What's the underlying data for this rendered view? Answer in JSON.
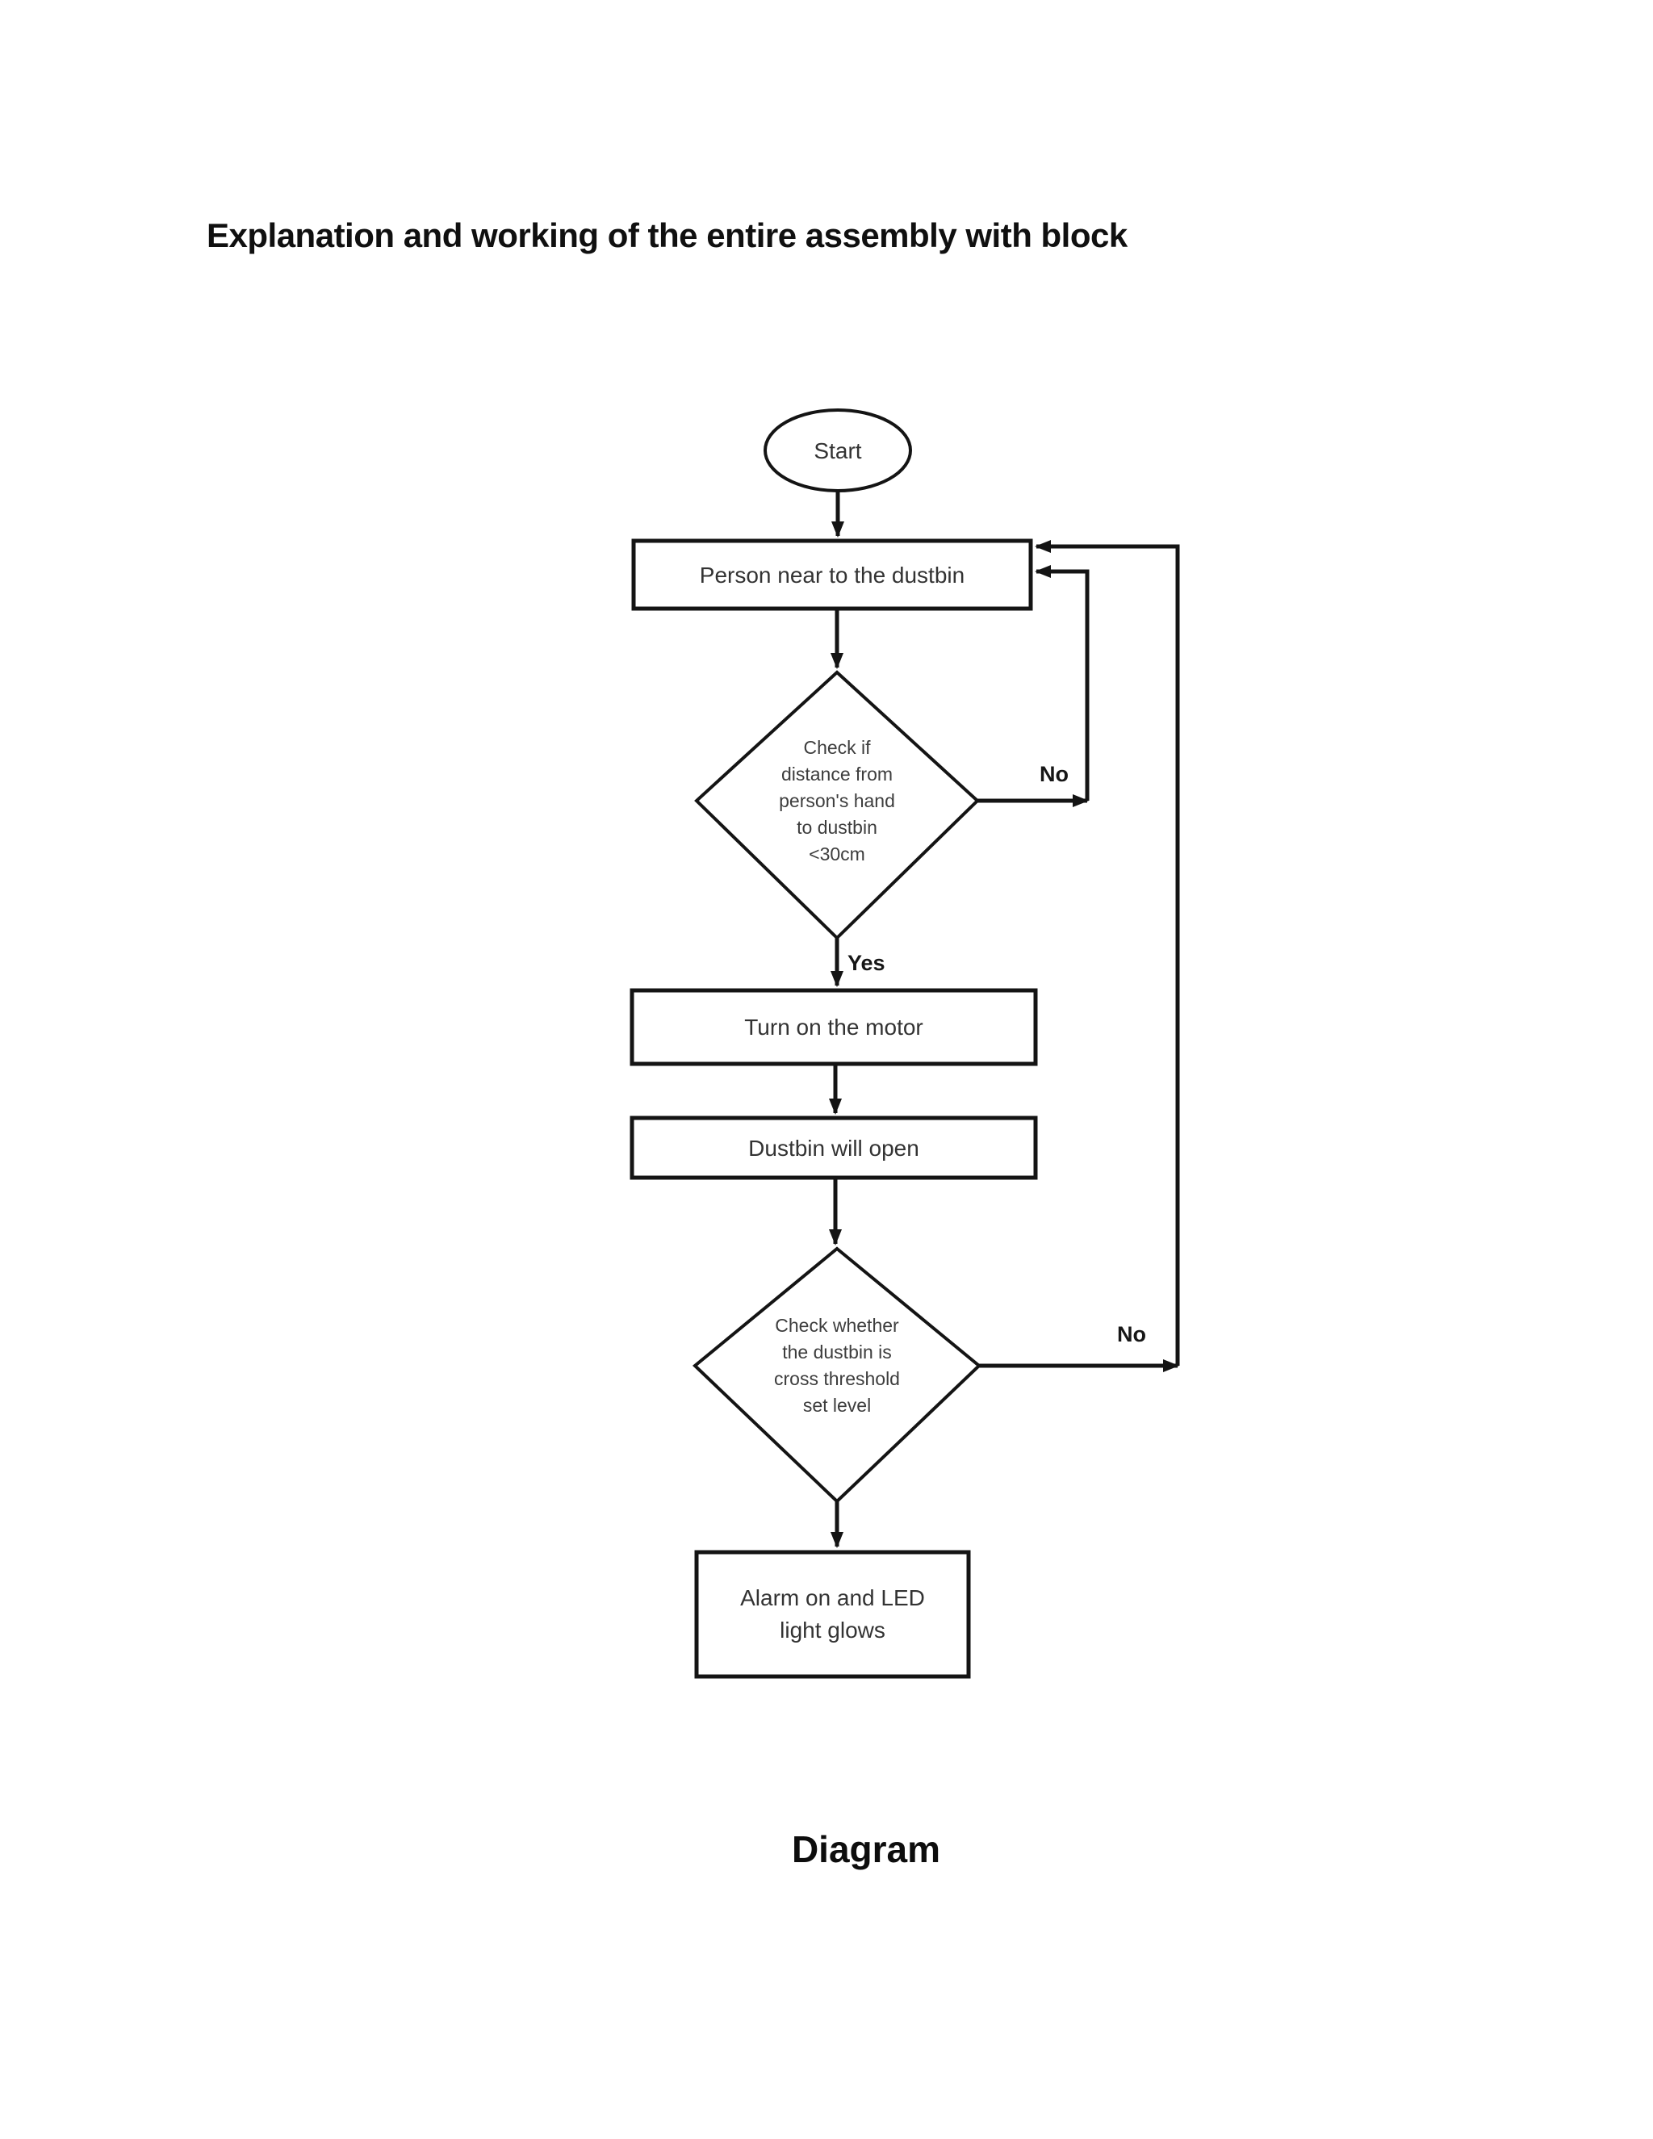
{
  "page": {
    "title": "Explanation and working of the entire assembly with block",
    "caption": "Diagram",
    "background": "#ffffff"
  },
  "flowchart": {
    "stroke_color": "#141414",
    "node_text_color": "#333333",
    "branch_label_color": "#161616",
    "nodes": {
      "start": {
        "type": "terminator",
        "label": "Start"
      },
      "person_near_dustbin": {
        "type": "process",
        "label": "Person near to the dustbin"
      },
      "check_distance": {
        "type": "decision",
        "label": "Check if\ndistance from\nperson's hand\nto dustbin\n<30cm"
      },
      "turn_on_motor": {
        "type": "process",
        "label": "Turn on the motor"
      },
      "dustbin_will_open": {
        "type": "process",
        "label": "Dustbin will open"
      },
      "check_threshold": {
        "type": "decision",
        "label": "Check whether\nthe dustbin is\ncross threshold\nset level"
      },
      "alarm_led": {
        "type": "process",
        "label": "Alarm on and LED\nlight glows"
      }
    },
    "branch_labels": {
      "yes": "Yes",
      "no_distance": "No",
      "no_threshold": "No"
    }
  }
}
